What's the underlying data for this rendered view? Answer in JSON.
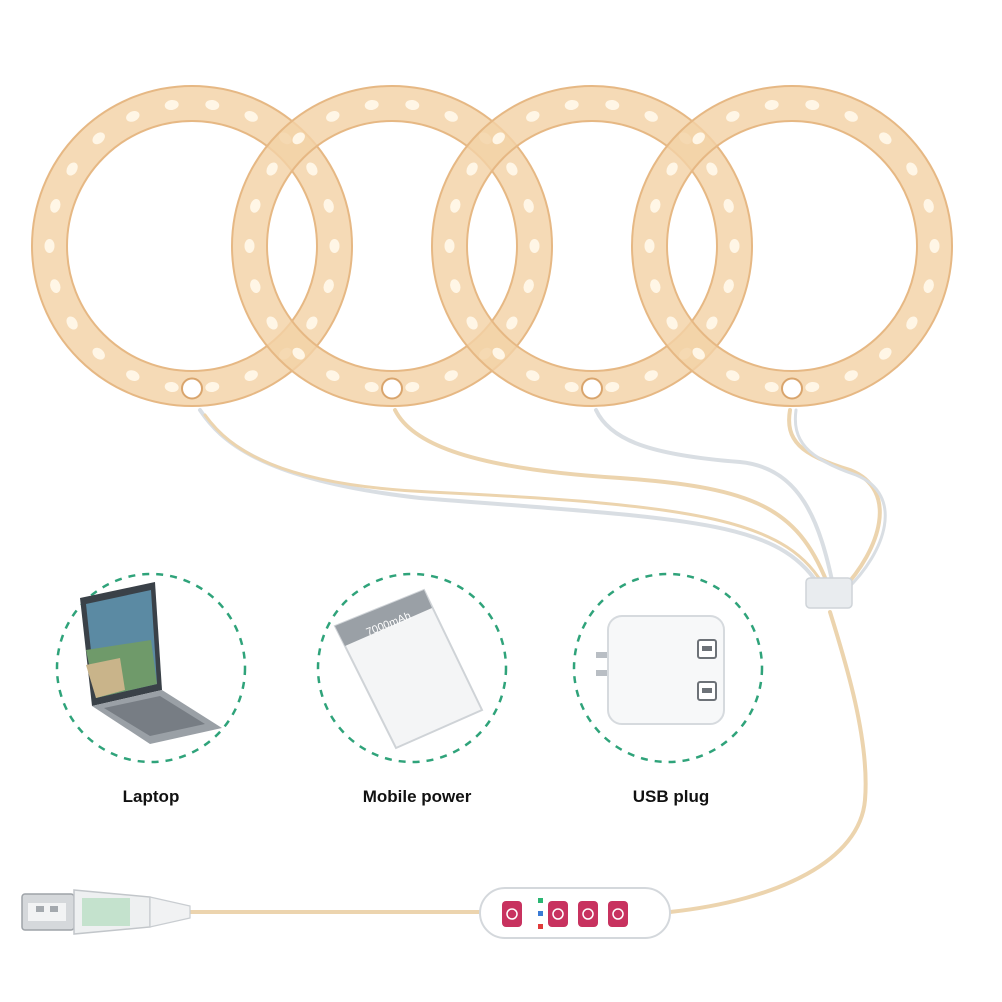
{
  "scene": {
    "description_free": true,
    "colors": {
      "ring_glow": "#f3d2a6",
      "ring_edge": "#e6b884",
      "led": "#fff6e6",
      "wire_warm": "#e9cfa6",
      "wire_light": "#d7dde2",
      "dashed_circle": "#2fa37a",
      "button_pink": "#c8325f",
      "caption_text": "#111111"
    },
    "rings": [
      {
        "name": "ring-1"
      },
      {
        "name": "ring-2"
      },
      {
        "name": "ring-3"
      },
      {
        "name": "ring-4"
      }
    ],
    "power_options": [
      {
        "id": "laptop",
        "label": "Laptop",
        "icon": "laptop-icon"
      },
      {
        "id": "power",
        "label": "Mobile power",
        "icon": "power-bank-icon",
        "device_text": "7000mAh"
      },
      {
        "id": "plug",
        "label": "USB plug",
        "icon": "usb-plug-icon"
      }
    ],
    "controller": {
      "buttons": [
        "power-button-icon",
        "timer-button-icon",
        "dimmer-button-icon",
        "mode-button-icon"
      ]
    }
  }
}
